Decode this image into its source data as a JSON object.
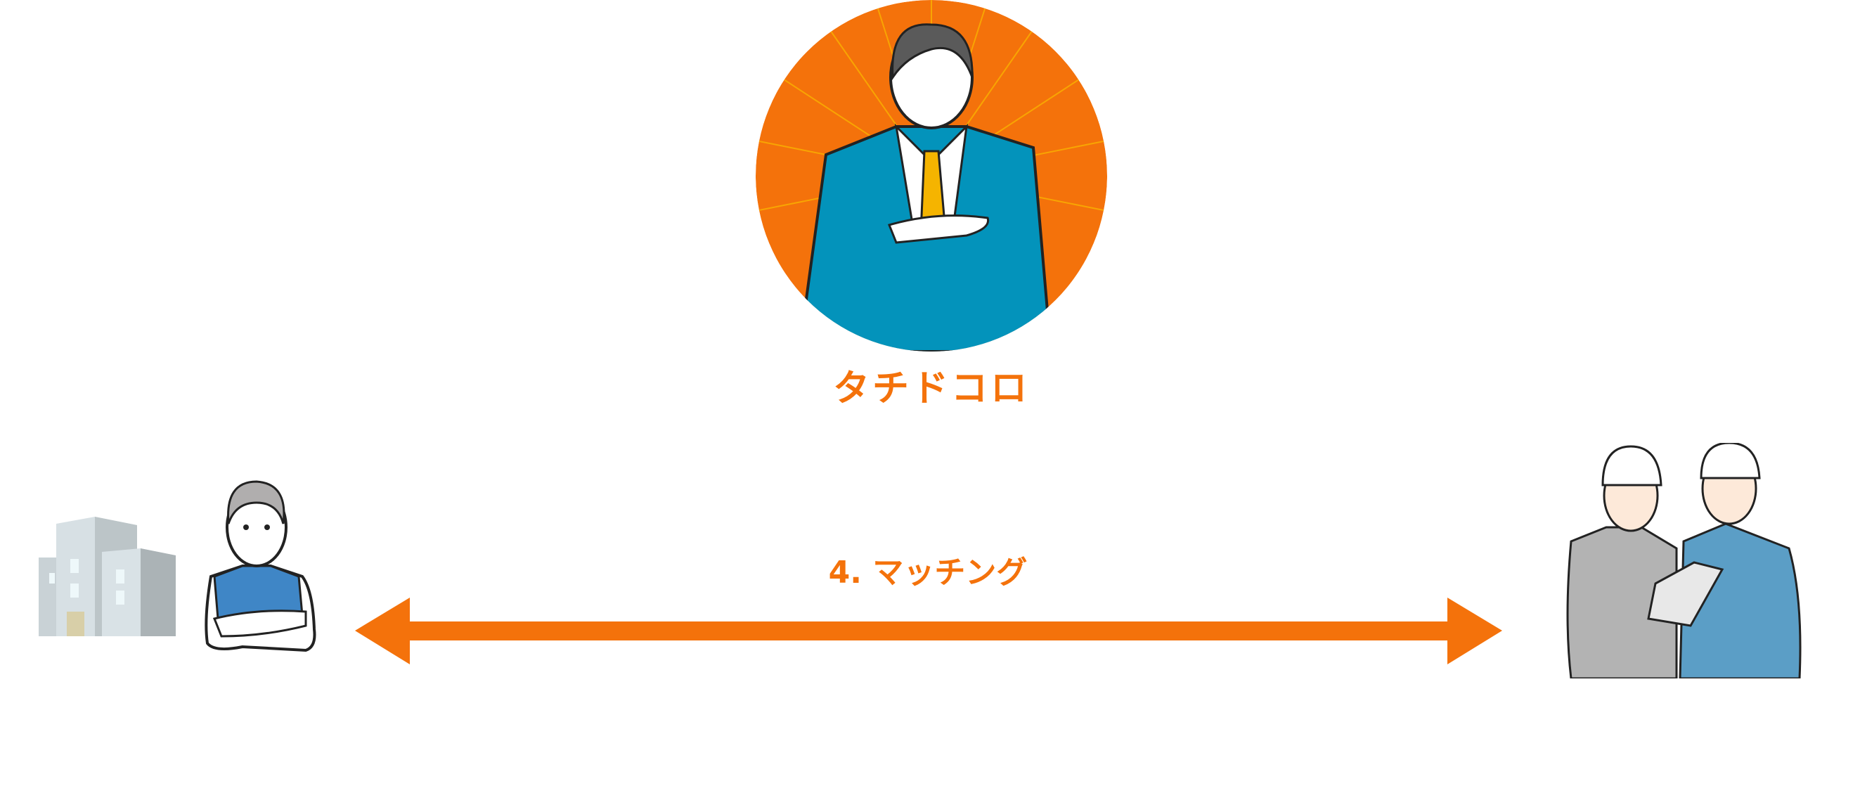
{
  "center": {
    "label": "タチドコロ",
    "icon": "businessman-illustration"
  },
  "connection": {
    "label": "4. マッチング",
    "icon": "double-headed-arrow"
  },
  "left": {
    "icons": [
      "building-icon",
      "client-person-illustration"
    ]
  },
  "right": {
    "icon": "construction-workers-illustration"
  },
  "colors": {
    "accent": "#f4720b",
    "suit": "#0393bb",
    "tie": "#f5b400",
    "vest": "#3f86c6",
    "worker_blue": "#5b9ec6",
    "worker_gray": "#b3b3b3"
  }
}
